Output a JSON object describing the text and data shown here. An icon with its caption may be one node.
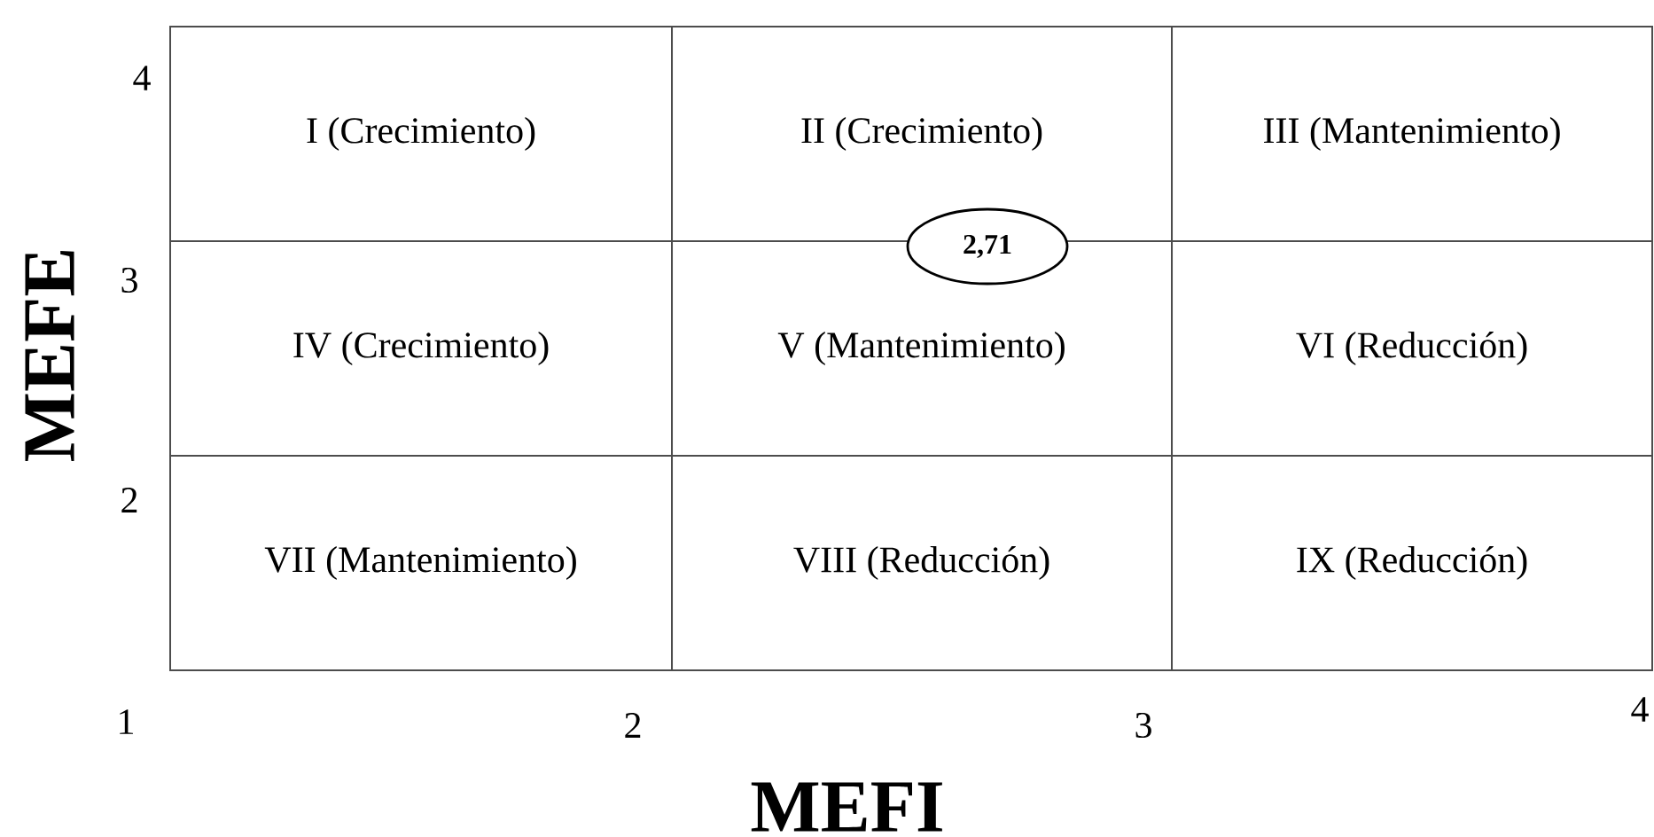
{
  "diagram": {
    "nodes": [
      {
        "text": [
          "I (Crecimiento)"
        ]
      },
      {
        "text": [
          "II (Crecimiento)"
        ]
      },
      {
        "text": [
          "III (Mantenimiento)"
        ]
      },
      {
        "text": [
          "IV (Crecimiento)"
        ]
      },
      {
        "text": [
          "V (Mantenimiento)"
        ]
      },
      {
        "text": [
          "VI (Reducción)"
        ]
      },
      {
        "text": [
          "VII (Mantenimiento)"
        ]
      },
      {
        "text": [
          "VIII (Reducción)"
        ]
      },
      {
        "text": [
          "IX (Reducción)"
        ]
      },
      {
        "text": [
          "2,71"
        ]
      }
    ],
    "labels": [
      "4",
      "3",
      "MEFE",
      "2",
      "1",
      "2",
      "3",
      "4",
      "MEFI"
    ]
  }
}
